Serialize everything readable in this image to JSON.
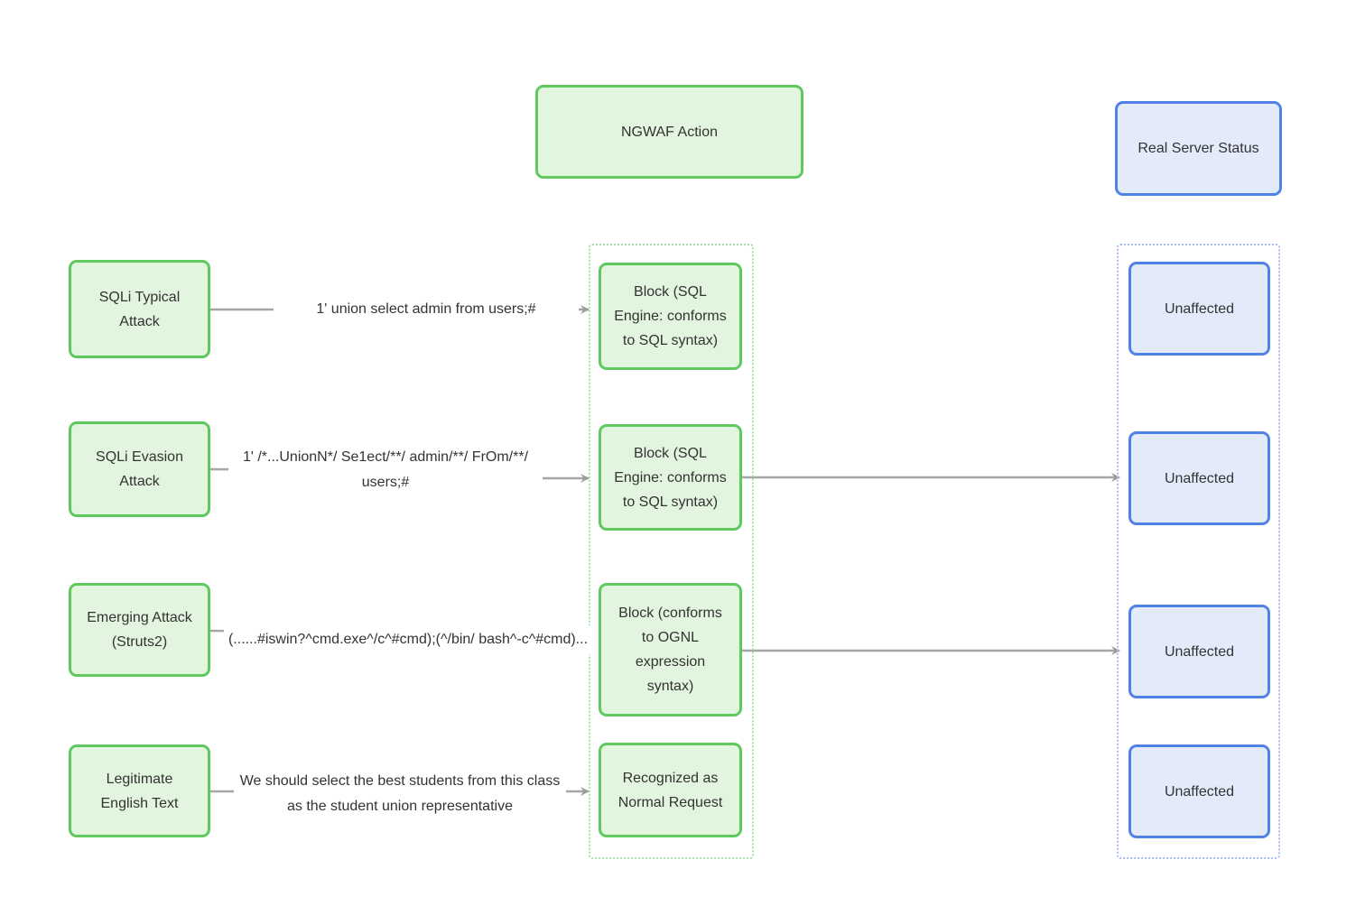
{
  "headers": {
    "ngwaf": {
      "label": "NGWAF Action"
    },
    "server": {
      "label": "Real Server Status"
    }
  },
  "rows": [
    {
      "source": "SQLi Typical Attack",
      "payload": "1' union select admin from users;#",
      "action": "Block (SQL Engine: conforms to SQL syntax)",
      "status": "Unaffected",
      "action_to_status_arrow": false
    },
    {
      "source": "SQLi Evasion Attack",
      "payload": "1' /*...UnionN*/ Se1ect/**/ admin/**/ FrOm/**/ users;#",
      "action": "Block (SQL Engine: conforms to SQL syntax)",
      "status": "Unaffected",
      "action_to_status_arrow": true
    },
    {
      "source": "Emerging Attack (Struts2)",
      "payload": "(......#iswin?^cmd.exe^/c^#cmd);(^/bin/ bash^-c^#cmd)...",
      "action": "Block (conforms to OGNL expression syntax)",
      "status": "Unaffected",
      "action_to_status_arrow": true
    },
    {
      "source": "Legitimate English Text",
      "payload": "We should select the best students from this class as the student union representative",
      "action": "Recognized as Normal Request",
      "status": "Unaffected",
      "action_to_status_arrow": false
    }
  ],
  "colors": {
    "green_node_fill": "#e2f5de",
    "green_node_border": "#5fc85f",
    "blue_node_fill": "#e3ebfb",
    "blue_node_border": "#5082e6",
    "green_cluster_dotted": "#aae0aa",
    "blue_cluster_dotted": "#a8bfee",
    "edge_line": "#a6a6a6",
    "arrowhead": "#9c9c9c",
    "text": "#333333",
    "background": "#ffffff"
  }
}
